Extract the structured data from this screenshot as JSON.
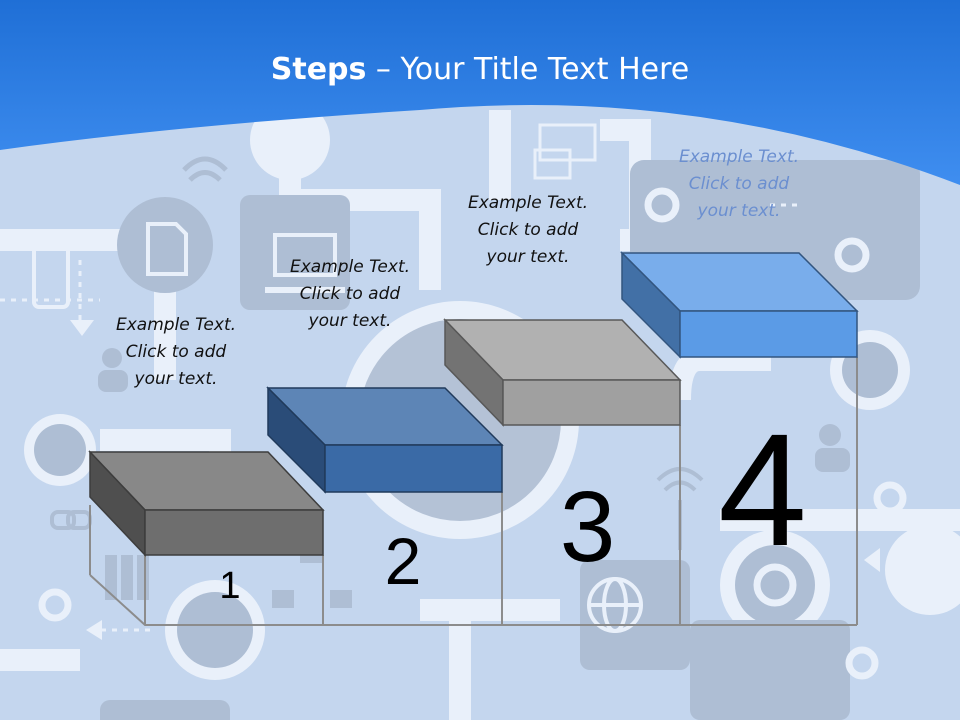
{
  "slide": {
    "title_bold": "Steps",
    "title_rest": " – Your Title Text Here"
  },
  "steps": [
    {
      "number": "1",
      "text_line1": "Example Text.",
      "text_line2": "Click  to add",
      "text_line3": "your text.",
      "color": "#6e6e6e"
    },
    {
      "number": "2",
      "text_line1": "Example Text.",
      "text_line2": "Click  to add",
      "text_line3": "your text.",
      "color": "#3a6aa6"
    },
    {
      "number": "3",
      "text_line1": "Example Text.",
      "text_line2": "Click  to add",
      "text_line3": "your text.",
      "color": "#a0a0a0"
    },
    {
      "number": "4",
      "text_line1": "Example Text.",
      "text_line2": "Click  to add",
      "text_line3": "your text.",
      "color": "#5b9be6"
    }
  ],
  "background_icons": [
    "mobile-phone-icon",
    "document-icon",
    "laptop-icon",
    "wifi-icon",
    "gear-icon",
    "monitor-icon",
    "users-icon",
    "globe-icon",
    "antenna-icon",
    "link-icon",
    "binders-icon",
    "hierarchy-icon",
    "arrow-icon"
  ]
}
